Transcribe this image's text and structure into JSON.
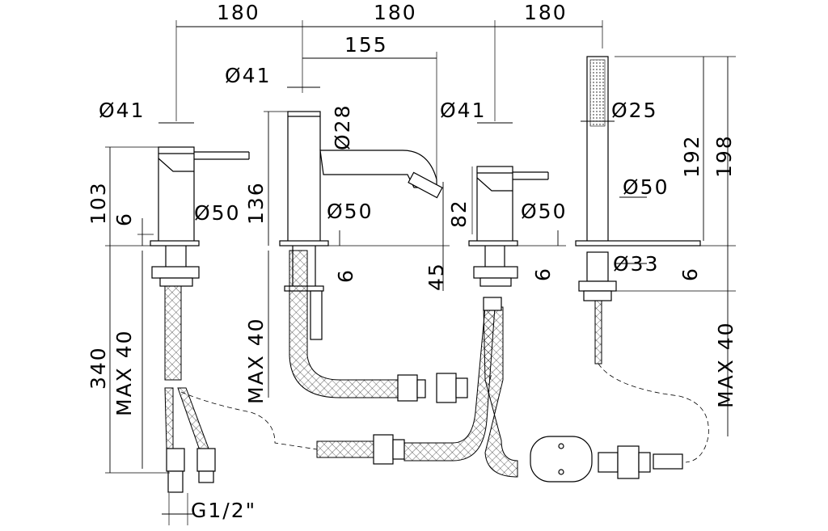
{
  "dimensions": {
    "top_span_left": "180",
    "top_span_mid": "180",
    "top_span_right": "180",
    "spout_reach": "155",
    "left_valve_dia_top": "Ø41",
    "spout_body_dia_top": "Ø41",
    "right_valve_dia_top": "Ø41",
    "spout_outlet_dia": "Ø28",
    "handshower_dia": "Ø25",
    "left_base_dia": "Ø50",
    "spout_base_dia": "Ø50",
    "right_base_dia": "Ø50",
    "handshower_base_dia": "Ø50",
    "handshower_holder_dia": "Ø33",
    "left_valve_height": "103",
    "left_rosette_height": "6",
    "spout_height": "136",
    "spout_outlet_height": "82",
    "spout_clearance": "45",
    "spout_rosette": "6",
    "right_rosette": "6",
    "handshower_rosette": "6",
    "handshower_height_a": "192",
    "handshower_height_b": "198",
    "overall_height": "340",
    "max_deck_left": "MAX 40",
    "max_deck_spout": "MAX 40",
    "max_deck_handshower": "MAX 40",
    "thread": "G1/2\""
  }
}
